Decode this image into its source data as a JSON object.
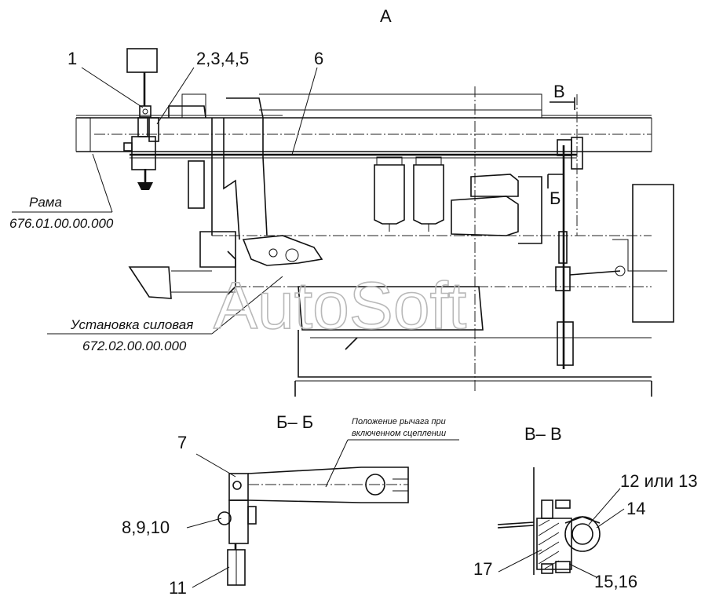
{
  "views": {
    "main": "А",
    "section_b": "Б– Б",
    "section_v": "В– В",
    "cut_b": "Б",
    "cut_v": "В"
  },
  "callouts": {
    "c1": "1",
    "c2": "2,3,4,5",
    "c6": "6",
    "c7": "7",
    "c8": "8,9,10",
    "c11": "11",
    "c12": "12 или 13",
    "c14": "14",
    "c15": "15,16",
    "c17": "17"
  },
  "annotations": {
    "frame_name": "Рама",
    "frame_code": "676.01.00.00.000",
    "power_name": "Установка силовая",
    "power_code": "672.02.00.00.000",
    "lever_note_1": "Положение рычага при",
    "lever_note_2": "включенном сцеплении"
  },
  "watermark": "AutoSoft"
}
